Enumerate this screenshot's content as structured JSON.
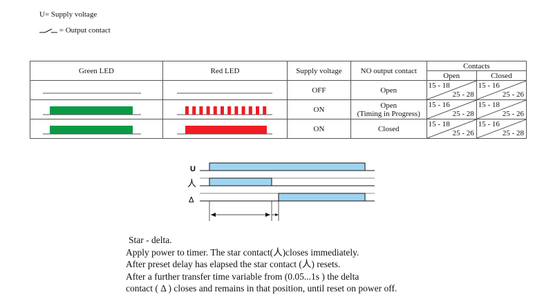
{
  "legend": {
    "supply": "U= Supply voltage",
    "contact": "= Output contact"
  },
  "table": {
    "headers": {
      "green_led": "Green LED",
      "red_led": "Red LED",
      "supply_voltage": "Supply voltage",
      "no_output_contact": "NO output contact",
      "contacts": "Contacts",
      "open": "Open",
      "closed": "Closed"
    },
    "rows": [
      {
        "green": "off",
        "red": "off",
        "supply": "OFF",
        "output": "Open",
        "output_sub": "",
        "open_top": "15 - 18",
        "open_bottom": "25 - 28",
        "closed_top": "15 - 16",
        "closed_bottom": "25 - 26"
      },
      {
        "green": "on",
        "red": "flashing",
        "supply": "ON",
        "output": "Open",
        "output_sub": "(Timing in Progress)",
        "open_top": "15 - 16",
        "open_bottom": "25 - 28",
        "closed_top": "15 - 18",
        "closed_bottom": "25 - 26"
      },
      {
        "green": "on",
        "red": "on",
        "supply": "ON",
        "output": "Closed",
        "output_sub": "",
        "open_top": "15 - 18",
        "open_bottom": "25 - 26",
        "closed_top": "15 - 16",
        "closed_bottom": "25 - 28"
      }
    ],
    "colors": {
      "green": "#0a9a47",
      "red": "#ee1c24"
    }
  },
  "timing": {
    "labels": [
      "U",
      "人",
      "Δ"
    ],
    "fill_color": "#9fd4f0"
  },
  "description": [
    "Star - delta.",
    "Apply power to timer. The star contact(人)closes immediately.",
    "After preset delay has elapsed the star contact (人) resets.",
    "After a further transfer time variable from (0.05...1s ) the delta",
    "contact ( Δ ) closes and remains in that position, until reset on power off."
  ]
}
